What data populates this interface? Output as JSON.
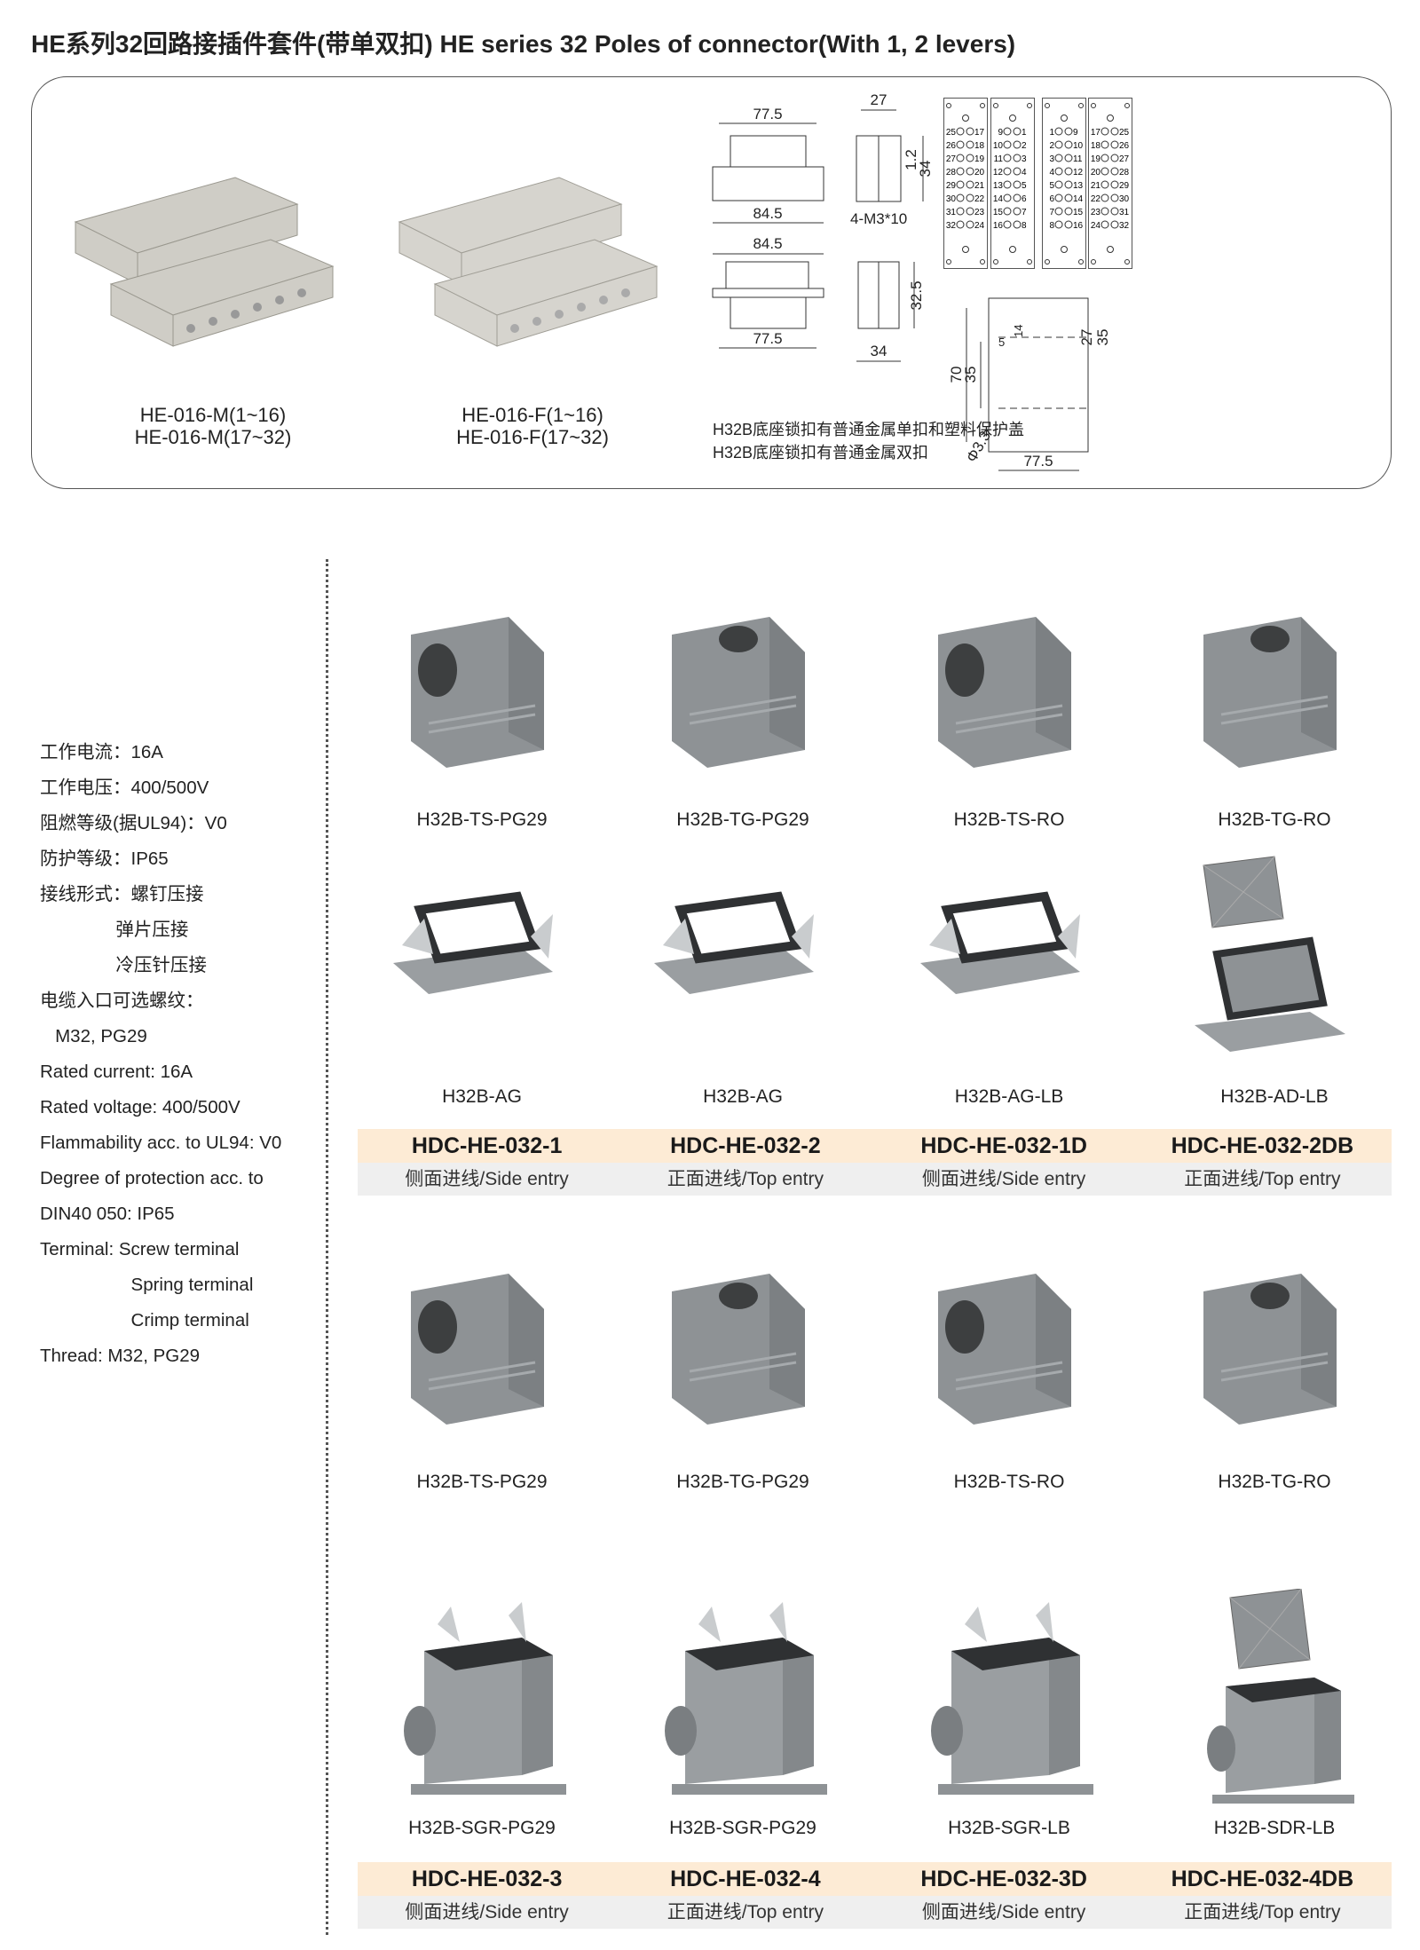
{
  "title": "HE系列32回路接插件套件(带单双扣) HE series 32 Poles of connector(With 1, 2 levers)",
  "connectors": [
    {
      "lines": [
        "HE-016-M(1~16)",
        "HE-016-M(17~32)"
      ]
    },
    {
      "lines": [
        "HE-016-F(1~16)",
        "HE-016-F(17~32)"
      ]
    }
  ],
  "drawings": {
    "male_top_width": "77.5",
    "male_bottom_width": "84.5",
    "female_top_width": "84.5",
    "female_bottom_width": "77.5",
    "side_width": "27",
    "side_height": "34",
    "side_offset": "1.2",
    "screw": "4-M3*10",
    "side2_height": "32.5",
    "side2_width": "34",
    "cutout": {
      "height": "70",
      "inner": "35",
      "small_w": "5",
      "small_h": "14",
      "right_inner": "27",
      "right_outer": "35",
      "hole": "Φ3.3",
      "width": "77.5"
    },
    "notes": [
      "H32B底座锁扣有普通金属单扣和塑料保护盖",
      "H32B底座锁扣有普通金属双扣"
    ]
  },
  "pin_panels": [
    {
      "rows": [
        [
          "25",
          "17"
        ],
        [
          "26",
          "18"
        ],
        [
          "27",
          "19"
        ],
        [
          "28",
          "20"
        ],
        [
          "29",
          "21"
        ],
        [
          "30",
          "22"
        ],
        [
          "31",
          "23"
        ],
        [
          "32",
          "24"
        ]
      ]
    },
    {
      "rows": [
        [
          "9",
          "1"
        ],
        [
          "10",
          "2"
        ],
        [
          "11",
          "3"
        ],
        [
          "12",
          "4"
        ],
        [
          "13",
          "5"
        ],
        [
          "14",
          "6"
        ],
        [
          "15",
          "7"
        ],
        [
          "16",
          "8"
        ]
      ]
    },
    {
      "rows": [
        [
          "1",
          "9"
        ],
        [
          "2",
          "10"
        ],
        [
          "3",
          "11"
        ],
        [
          "4",
          "12"
        ],
        [
          "5",
          "13"
        ],
        [
          "6",
          "14"
        ],
        [
          "7",
          "15"
        ],
        [
          "8",
          "16"
        ]
      ]
    },
    {
      "rows": [
        [
          "17",
          "25"
        ],
        [
          "18",
          "26"
        ],
        [
          "19",
          "27"
        ],
        [
          "20",
          "28"
        ],
        [
          "21",
          "29"
        ],
        [
          "22",
          "30"
        ],
        [
          "23",
          "31"
        ],
        [
          "24",
          "32"
        ]
      ]
    }
  ],
  "specs": [
    "工作电流：16A",
    "工作电压：400/500V",
    "阻燃等级(据UL94)：V0",
    "防护等级：IP65",
    "接线形式：螺钉压接",
    "               弹片压接",
    "               冷压针压接",
    "电缆入口可选螺纹：",
    "   M32, PG29",
    "Rated current: 16A",
    "Rated voltage: 400/500V",
    "Flammability acc. to UL94: V0",
    "Degree of protection acc. to",
    "DIN40 050: IP65",
    "Terminal: Screw terminal",
    "                  Spring terminal",
    "                  Crimp terminal",
    "Thread: M32, PG29"
  ],
  "rows": [
    {
      "items": [
        {
          "name": "H32B-TS-PG29",
          "kind": "hood-side"
        },
        {
          "name": "H32B-TG-PG29",
          "kind": "hood-top"
        },
        {
          "name": "H32B-TS-RO",
          "kind": "hood-side"
        },
        {
          "name": "H32B-TG-RO",
          "kind": "hood-top"
        }
      ]
    },
    {
      "items": [
        {
          "name": "H32B-AG",
          "kind": "base"
        },
        {
          "name": "H32B-AG",
          "kind": "base"
        },
        {
          "name": "H32B-AG-LB",
          "kind": "base"
        },
        {
          "name": "H32B-AD-LB",
          "kind": "base-cover"
        }
      ]
    },
    {
      "items": [
        {
          "name": "H32B-TS-PG29",
          "kind": "hood-side"
        },
        {
          "name": "H32B-TG-PG29",
          "kind": "hood-top"
        },
        {
          "name": "H32B-TS-RO",
          "kind": "hood-side"
        },
        {
          "name": "H32B-TG-RO",
          "kind": "hood-top"
        }
      ]
    },
    {
      "items": [
        {
          "name": "H32B-SGR-PG29",
          "kind": "housing"
        },
        {
          "name": "H32B-SGR-PG29",
          "kind": "housing"
        },
        {
          "name": "H32B-SGR-LB",
          "kind": "housing"
        },
        {
          "name": "H32B-SDR-LB",
          "kind": "housing-cover"
        }
      ]
    }
  ],
  "bands": [
    {
      "codes": [
        "HDC-HE-032-1",
        "HDC-HE-032-2",
        "HDC-HE-032-1D",
        "HDC-HE-032-2DB"
      ],
      "entries": [
        "侧面进线/Side entry",
        "正面进线/Top entry",
        "侧面进线/Side entry",
        "正面进线/Top entry"
      ]
    },
    {
      "codes": [
        "HDC-HE-032-3",
        "HDC-HE-032-4",
        "HDC-HE-032-3D",
        "HDC-HE-032-4DB"
      ],
      "entries": [
        "侧面进线/Side entry",
        "正面进线/Top entry",
        "侧面进线/Side entry",
        "正面进线/Top entry"
      ]
    }
  ],
  "colors": {
    "band_top": "#fdebd5",
    "band_bottom": "#efefef",
    "product_grey": "#8f9396"
  }
}
